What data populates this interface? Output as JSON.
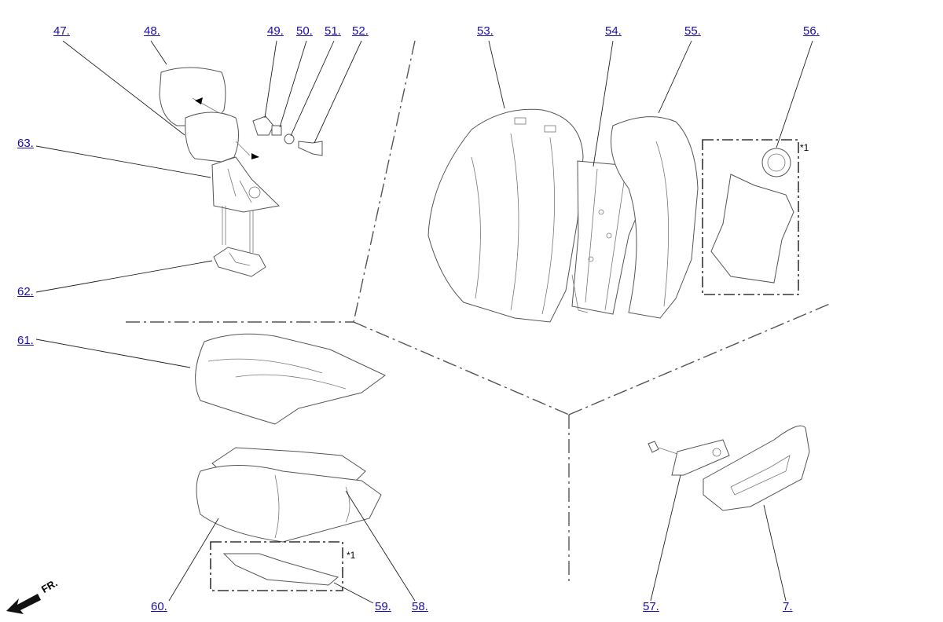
{
  "callouts": {
    "p47": "47.",
    "p48": "48.",
    "p49": "49.",
    "p50": "50.",
    "p51": "51.",
    "p52": "52.",
    "p53": "53.",
    "p54": "54.",
    "p55": "55.",
    "p56": "56.",
    "p63": "63.",
    "p62": "62.",
    "p61": "61.",
    "p60": "60.",
    "p59": "59.",
    "p58": "58.",
    "p57": "57.",
    "p7": "7."
  },
  "notes": {
    "star1": "*1"
  },
  "direction": {
    "label": "FR."
  }
}
